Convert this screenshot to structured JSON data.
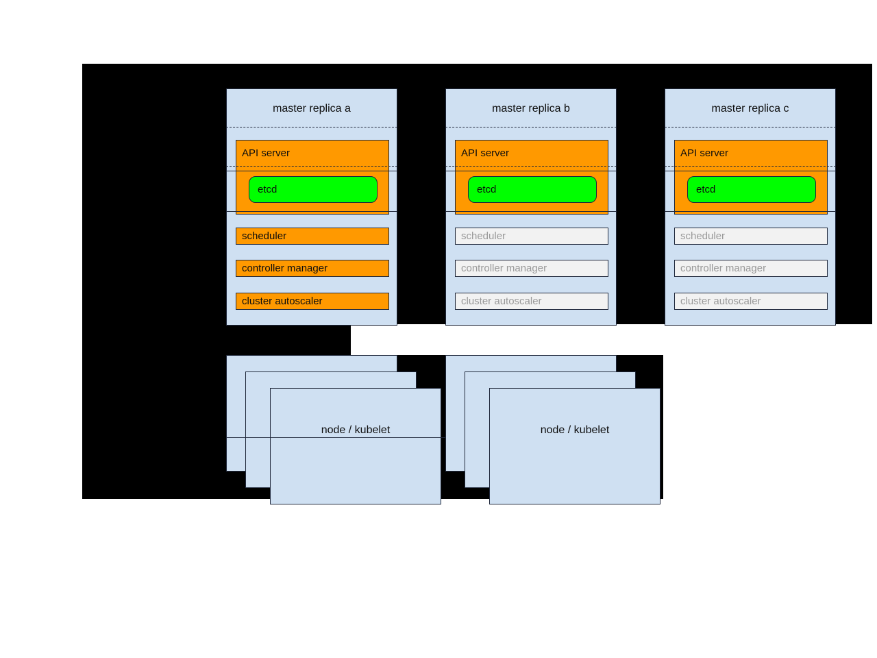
{
  "diagram": {
    "title": "kubernetes-ha-master-replicas",
    "background_color": "#000000",
    "page_color": "#ffffff",
    "colors": {
      "box_fill": "#cfe0f2",
      "box_stroke": "#20283b",
      "active_component": "#ff9900",
      "inactive_component": "#f2f2f2",
      "inactive_text": "#999999",
      "etcd_fill": "#00ff00",
      "text": "#0d0d0d"
    }
  },
  "replicas": [
    {
      "title": "master replica a",
      "api_server": {
        "label": "API server",
        "state": "active"
      },
      "etcd": {
        "label": "etcd",
        "state": "active"
      },
      "components": [
        {
          "label": "scheduler",
          "state": "active"
        },
        {
          "label": "controller manager",
          "state": "active"
        },
        {
          "label": "cluster autoscaler",
          "state": "active"
        }
      ]
    },
    {
      "title": "master replica b",
      "api_server": {
        "label": "API server",
        "state": "active"
      },
      "etcd": {
        "label": "etcd",
        "state": "active"
      },
      "components": [
        {
          "label": "scheduler",
          "state": "inactive"
        },
        {
          "label": "controller manager",
          "state": "inactive"
        },
        {
          "label": "cluster autoscaler",
          "state": "inactive"
        }
      ]
    },
    {
      "title": "master replica c",
      "api_server": {
        "label": "API server",
        "state": "active"
      },
      "etcd": {
        "label": "etcd",
        "state": "active"
      },
      "components": [
        {
          "label": "scheduler",
          "state": "inactive"
        },
        {
          "label": "controller manager",
          "state": "inactive"
        },
        {
          "label": "cluster autoscaler",
          "state": "inactive"
        }
      ]
    }
  ],
  "node_groups": [
    {
      "label": "node / kubelet",
      "stack_count": 3
    },
    {
      "label": "node / kubelet",
      "stack_count": 3
    }
  ]
}
